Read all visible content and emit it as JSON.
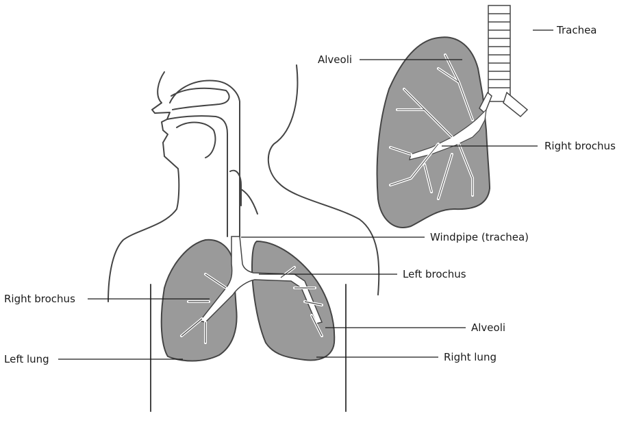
{
  "colors": {
    "lung_fill": "#9a9a9a",
    "outline": "#444444",
    "airway_fill": "#ffffff",
    "leader_line": "#1a1a1a",
    "background": "#ffffff"
  },
  "labels": {
    "trachea": "Trachea",
    "alveoli_top": "Alveoli",
    "right_brochus_top": "Right brochus",
    "windpipe": "Windpipe (trachea)",
    "left_brochus": "Left brochus",
    "right_brochus_left": "Right brochus",
    "alveoli_right": "Alveoli",
    "left_lung": "Left lung",
    "right_lung": "Right lung"
  }
}
